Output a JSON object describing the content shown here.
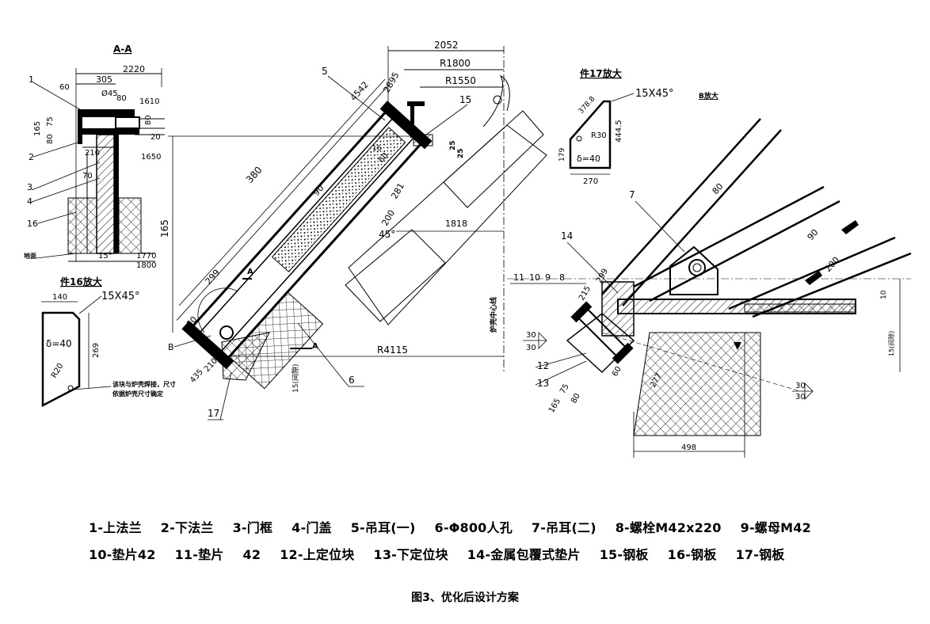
{
  "views": {
    "aa": {
      "title": "A-A",
      "dims": [
        "2220",
        "305",
        "60",
        "Ø45",
        "80",
        "1610",
        "165",
        "75",
        "80",
        "80",
        "20",
        "210",
        "1650",
        "70",
        "1770",
        "1800",
        "15°"
      ],
      "callouts": [
        "1",
        "2",
        "3",
        "4",
        "16"
      ],
      "ground_note": "地面"
    },
    "part16": {
      "title": "件16放大",
      "dims": [
        "140",
        "15X45°",
        "δ=40",
        "269",
        "R20"
      ],
      "note_line1": "该块与炉壳焊接，尺寸",
      "note_line2": "依据炉壳尺寸确定"
    },
    "main": {
      "dims": [
        "2052",
        "R1800",
        "R1550",
        "380",
        "165",
        "4542",
        "2895",
        "16",
        "60",
        "90",
        "281",
        "200",
        "1818",
        "45°",
        "299",
        "60",
        "R4115",
        "210",
        "435",
        "15(间隙)",
        "25",
        "25"
      ],
      "callouts": [
        "5",
        "15",
        "6",
        "17",
        "B",
        "A",
        "A"
      ],
      "center_label": "炉壳中心线"
    },
    "part17": {
      "title": "件17放大",
      "dims": [
        "15X45°",
        "378.8",
        "R30",
        "444.5",
        "179",
        "δ=40",
        "270"
      ]
    },
    "detail_b": {
      "title": "B放大",
      "dims": [
        "80",
        "90",
        "200",
        "299",
        "215",
        "30",
        "30",
        "60",
        "75",
        "80",
        "165",
        "277",
        "498",
        "10",
        "15(间隙)",
        "30",
        "30"
      ],
      "callouts": [
        "7",
        "14",
        "11",
        "10",
        "9",
        "8",
        "12",
        "13"
      ]
    }
  },
  "legend": {
    "items": [
      "1-上法兰",
      "2-下法兰",
      "3-门框",
      "4-门盖",
      "5-吊耳(一)",
      "6-Φ800人孔",
      "7-吊耳(二)",
      "8-螺栓M42x220",
      "9-螺母M42",
      "10-垫片42",
      "11-垫片",
      "42",
      "12-上定位块",
      "13-下定位块",
      "14-金属包覆式垫片",
      "15-钢板",
      "16-钢板",
      "17-钢板"
    ]
  },
  "caption": "图3、优化后设计方案"
}
